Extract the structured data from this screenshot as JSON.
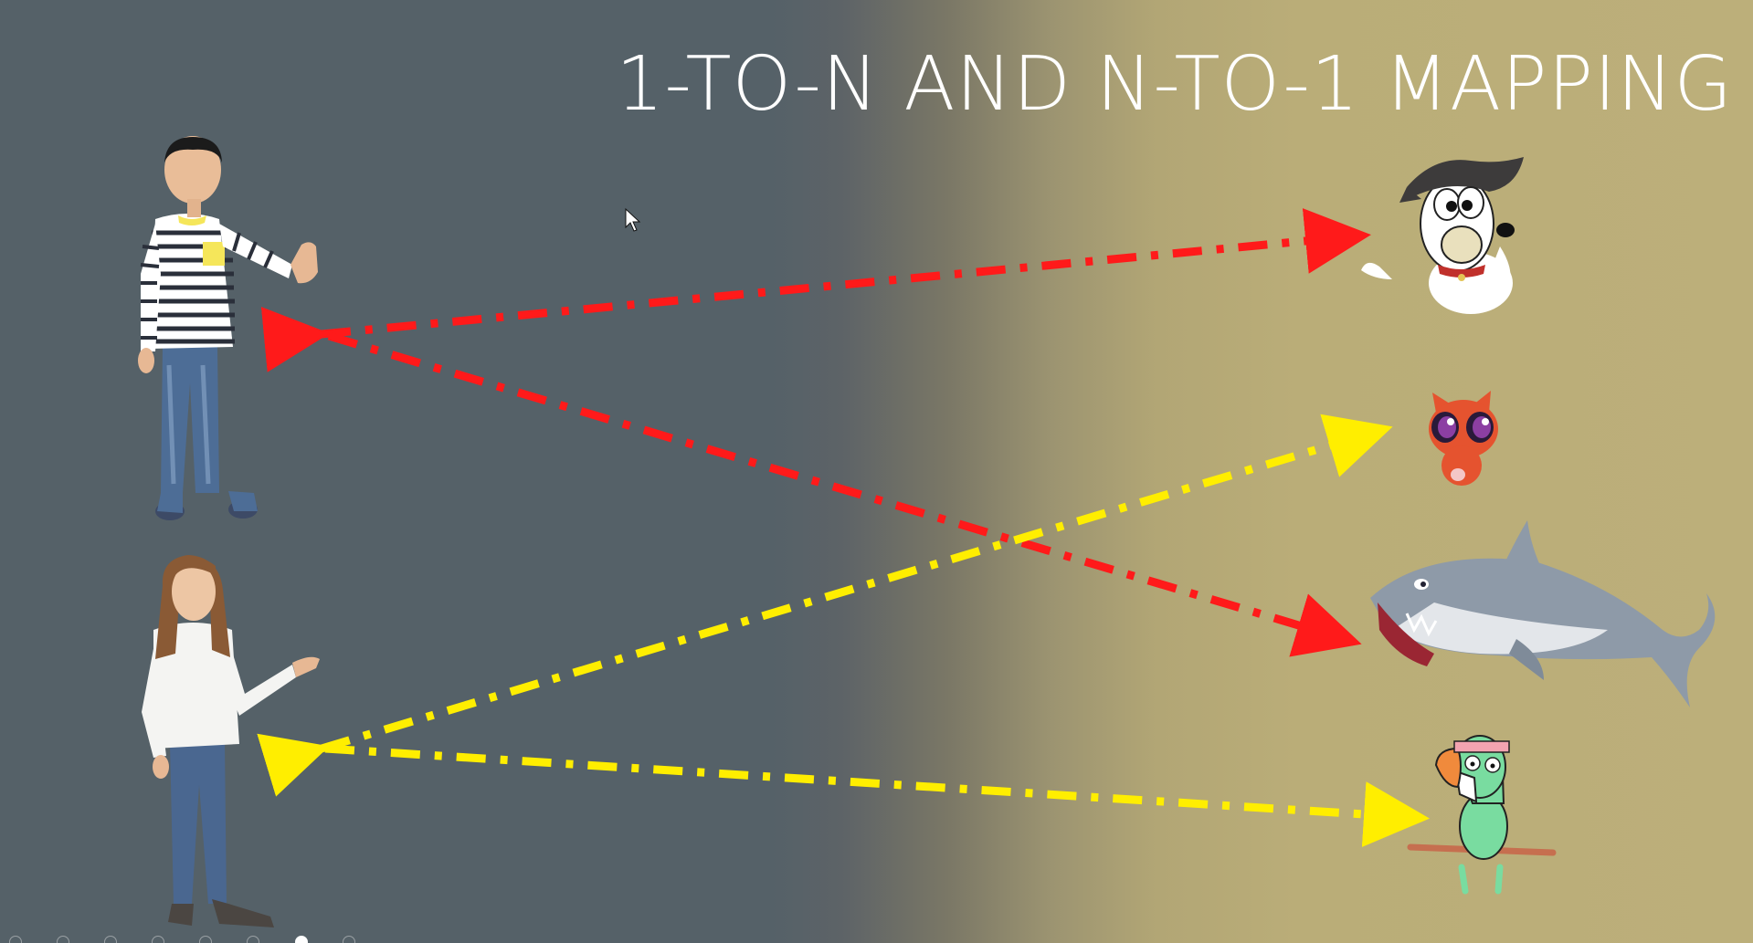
{
  "slide": {
    "title": "1-TO-N AND N-TO-1 MAPPING",
    "background_colors": {
      "left": "#556168",
      "right": "#bcaf7a"
    }
  },
  "people": [
    {
      "name": "boy",
      "icon": "boy-figure"
    },
    {
      "name": "girl",
      "icon": "girl-figure"
    }
  ],
  "characters": [
    {
      "name": "dog",
      "icon": "cartoon-dog"
    },
    {
      "name": "cat",
      "icon": "cartoon-cat"
    },
    {
      "name": "shark",
      "icon": "cartoon-shark"
    },
    {
      "name": "parrot",
      "icon": "cartoon-parrot"
    }
  ],
  "mappings": [
    {
      "from": "boy",
      "to": "dog",
      "color": "#ff1a1a",
      "bidirectional": true
    },
    {
      "from": "boy",
      "to": "shark",
      "color": "#ff1a1a",
      "bidirectional": false
    },
    {
      "from": "girl",
      "to": "cat",
      "color": "#ffee00",
      "bidirectional": true
    },
    {
      "from": "girl",
      "to": "parrot",
      "color": "#ffee00",
      "bidirectional": false
    }
  ],
  "pagination": {
    "total": 8,
    "current": 7
  }
}
